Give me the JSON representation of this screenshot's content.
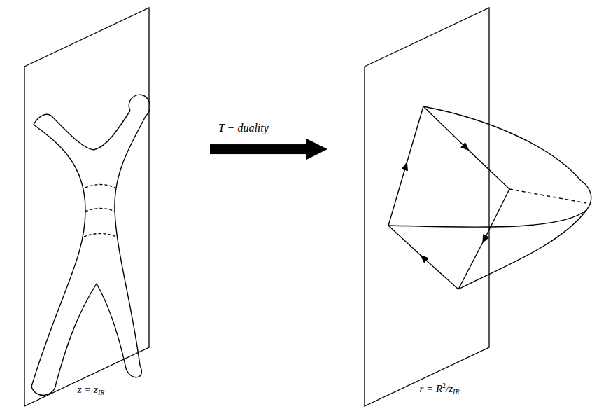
{
  "diagram": {
    "nodes": [
      {
        "text": [
          "z = z",
          "IR"
        ]
      },
      {
        "text": [
          "r = R",
          "2",
          "/z",
          "IR"
        ]
      }
    ],
    "edges": [
      {
        "from": 0,
        "to": 1,
        "arrow": "to",
        "label": "T − duality"
      }
    ]
  }
}
